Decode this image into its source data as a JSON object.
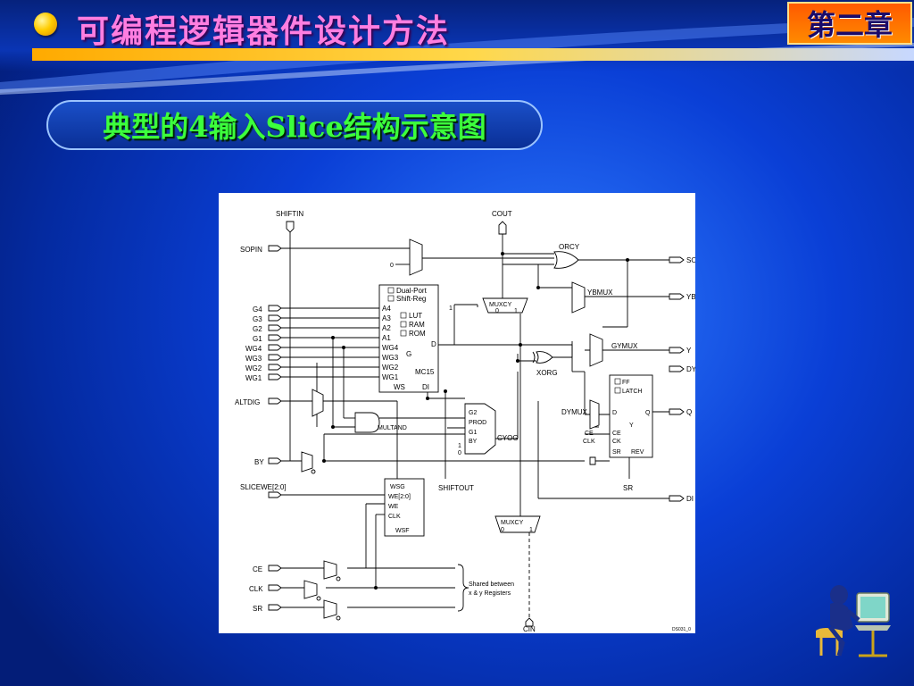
{
  "slide": {
    "title": "可编程逻辑器件设计方法",
    "chapter": "第二章",
    "subtitle": "典型的4输入Slice结构示意图"
  },
  "colors": {
    "title_text": "#ff7ee0",
    "subtitle_text": "#3cff3c",
    "badge_bg": "#ff6a00",
    "background": "#0a3fd6"
  },
  "diagram": {
    "inputs": {
      "shiftin": "SHIFTIN",
      "sopin": "SOPIN",
      "g4": "G4",
      "g3": "G3",
      "g2": "G2",
      "g1": "G1",
      "wg4": "WG4",
      "wg3": "WG3",
      "wg2": "WG2",
      "wg1": "WG1",
      "altdig": "ALTDIG",
      "by": "BY",
      "slicewe": "SLICEWE[2:0]",
      "ce": "CE",
      "clk": "CLK",
      "sr": "SR",
      "cin": "CIN",
      "cout": "COUT"
    },
    "outputs": {
      "so": "SO",
      "yb": "YB",
      "y": "Y",
      "dy": "DY",
      "q": "Q",
      "di": "DI"
    },
    "lut": {
      "dual_port": "Dual-Port",
      "shift_reg": "Shift-Reg",
      "lut": "LUT",
      "ram": "RAM",
      "rom": "ROM",
      "a4": "A4",
      "a3": "A3",
      "a2": "A2",
      "a1": "A1",
      "wg4": "WG4",
      "wg3": "WG3",
      "wg2": "WG2",
      "wg1": "WG1",
      "d": "D",
      "g": "G",
      "mc15": "MC15",
      "ws": "WS",
      "di": "DI"
    },
    "labels": {
      "orcy": "ORCY",
      "ybmux": "YBMUX",
      "gymux": "GYMUX",
      "xorg": "XORG",
      "muxcy": "MUXCY",
      "muxcy_bottom": "MUXCY",
      "mux_0": "0",
      "mux_1": "1",
      "sel_1": "1",
      "sopin_0": "0",
      "multand": "MULTAND",
      "shiftout": "SHIFTOUT",
      "cyog": "CYOG",
      "cyog_g2": "G2",
      "cyog_prod": "PROD",
      "cyog_g1": "G1",
      "cyog_by": "BY",
      "cyog_1": "1",
      "cyog_0": "0",
      "dymux": "DYMUX",
      "ff": "FF",
      "latch": "LATCH",
      "ff_d": "D",
      "ff_q": "Q",
      "ff_y": "Y",
      "ff_ce": "CE",
      "ff_ck": "CK",
      "ff_sr": "SR",
      "ff_rev": "REV",
      "ce_in": "CE",
      "clk_in": "CLK",
      "sr_out": "SR",
      "wsg": "WSG",
      "we20": "WE[2:0]",
      "we": "WE",
      "clk": "CLK",
      "wsf": "WSF",
      "shared": "Shared between",
      "shared2": "x & y Registers",
      "ds": "DS031_0"
    }
  }
}
